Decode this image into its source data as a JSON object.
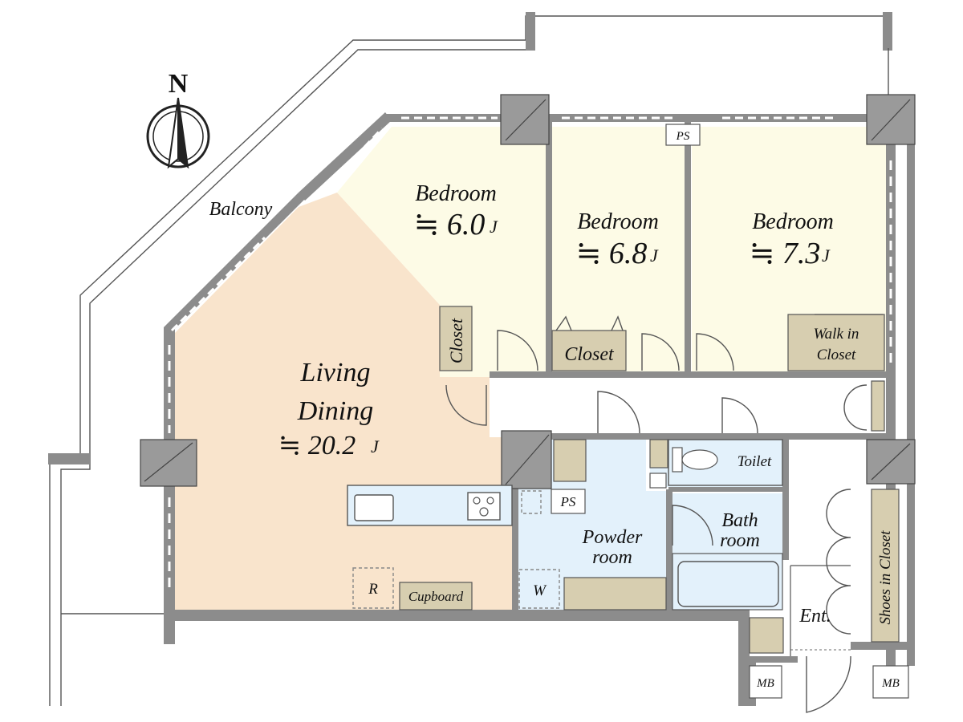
{
  "compass": {
    "label": "N"
  },
  "rooms": {
    "balcony": "Balcony",
    "bedroom1": {
      "name": "Bedroom",
      "size": "≒ 6.0",
      "unit": "J"
    },
    "bedroom2": {
      "name": "Bedroom",
      "size": "≒ 6.8",
      "unit": "J"
    },
    "bedroom3": {
      "name": "Bedroom",
      "size": "≒ 7.3",
      "unit": "J"
    },
    "living": {
      "line1": "Living",
      "line2": "Dining",
      "size": "≒ 20.2",
      "unit": "J"
    },
    "powder": {
      "line1": "Powder",
      "line2": "room"
    },
    "bath": {
      "line1": "Bath",
      "line2": "room"
    },
    "toilet": "Toilet",
    "entrance": "Ent."
  },
  "fixtures": {
    "closet_a": "Closet",
    "closet_b": "Closet",
    "walkin_line1": "Walk in",
    "walkin_line2": "Closet",
    "shoes": "Shoes in Closet",
    "cupboard": "Cupboard",
    "fridge": "R",
    "washer": "W",
    "ps_top": "PS",
    "ps_mid": "PS",
    "mb_left": "MB",
    "mb_right": "MB"
  },
  "colors": {
    "living_floor": "#f9e4cc",
    "bedroom_floor": "#fdfbe6",
    "wet_floor": "#e3f1fb",
    "corridor_floor": "#ffffff",
    "closet_fill": "#d7ceb0",
    "wall": "#8c8c8c"
  }
}
